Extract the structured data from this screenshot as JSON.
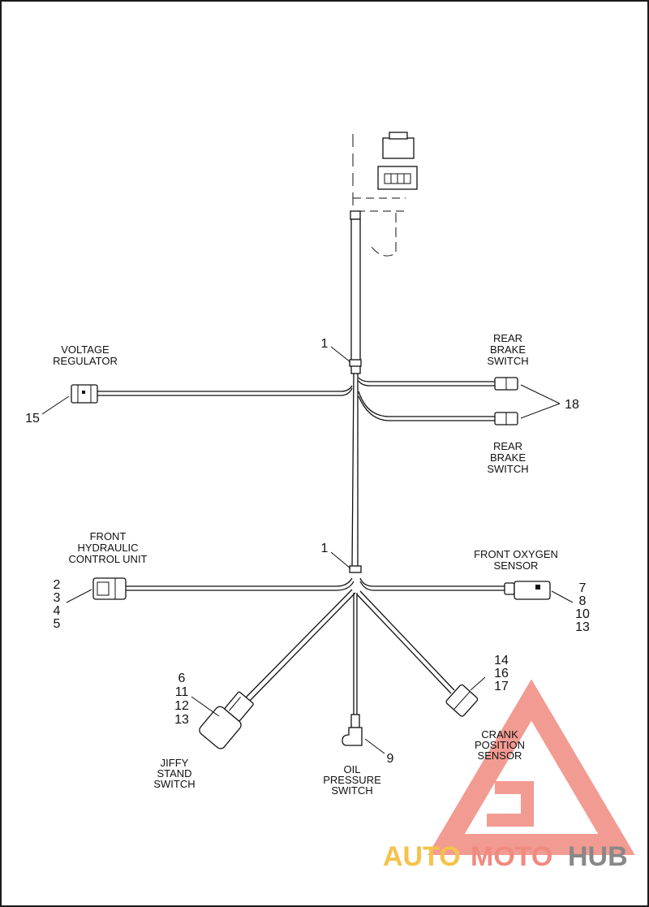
{
  "labels": {
    "voltage_regulator": [
      "VOLTAGE",
      "REGULATOR"
    ],
    "rear_brake_switch_top": [
      "REAR",
      "BRAKE",
      "SWITCH"
    ],
    "rear_brake_switch_bottom": [
      "REAR",
      "BRAKE",
      "SWITCH"
    ],
    "front_hydraulic": [
      "FRONT",
      "HYDRAULIC",
      "CONTROL UNIT"
    ],
    "front_oxygen": [
      "FRONT OXYGEN",
      "SENSOR"
    ],
    "crank_position": [
      "CRANK",
      "POSITION",
      "SENSOR"
    ],
    "jiffy_stand": [
      "JIFFY",
      "STAND",
      "SWITCH"
    ],
    "oil_pressure": [
      "OIL",
      "PRESSURE",
      "SWITCH"
    ]
  },
  "callouts": {
    "clip_upper": "1",
    "clip_lower": "1",
    "voltage_regulator": "15",
    "rear_brake": "18",
    "front_hydraulic": [
      "2",
      "3",
      "4",
      "5"
    ],
    "front_oxygen": [
      "7",
      "8",
      "10",
      "13"
    ],
    "crank_position": [
      "14",
      "16",
      "17"
    ],
    "jiffy_stand": [
      "6",
      "11",
      "12",
      "13"
    ],
    "oil_pressure": "9"
  },
  "watermark": {
    "part1": "AUTO",
    "part2": "MOTO",
    "part3": "HUB",
    "color_main": "#f08a80",
    "color_auto": "#f5c24a",
    "color_hub": "#888888"
  }
}
